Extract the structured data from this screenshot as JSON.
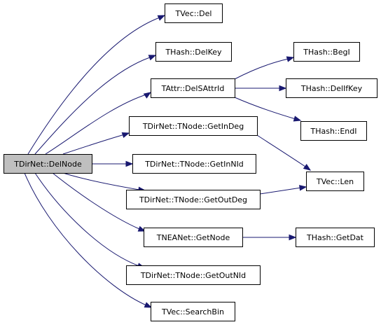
{
  "graph": {
    "colors": {
      "edge": "#191970",
      "node_border": "#000000",
      "node_fill": "#ffffff",
      "root_fill": "#bfbfbf"
    },
    "nodes": [
      {
        "id": "delnode",
        "label": "TDirNet::DelNode",
        "root": true
      },
      {
        "id": "vec_del",
        "label": "TVec::Del"
      },
      {
        "id": "hash_delkey",
        "label": "THash::DelKey"
      },
      {
        "id": "attr_delsattrid",
        "label": "TAttr::DelSAttrId"
      },
      {
        "id": "hash_begi",
        "label": "THash::BegI"
      },
      {
        "id": "hash_delifkey",
        "label": "THash::DelIfKey"
      },
      {
        "id": "hash_endi",
        "label": "THash::EndI"
      },
      {
        "id": "getindeg",
        "label": "TDirNet::TNode::GetInDeg"
      },
      {
        "id": "getinnid",
        "label": "TDirNet::TNode::GetInNId"
      },
      {
        "id": "getoutdeg",
        "label": "TDirNet::TNode::GetOutDeg"
      },
      {
        "id": "vec_len",
        "label": "TVec::Len"
      },
      {
        "id": "neanet_getnode",
        "label": "TNEANet::GetNode"
      },
      {
        "id": "hash_getdat",
        "label": "THash::GetDat"
      },
      {
        "id": "getoutnid",
        "label": "TDirNet::TNode::GetOutNId"
      },
      {
        "id": "vec_searchbin",
        "label": "TVec::SearchBin"
      }
    ],
    "edges": [
      {
        "from": "delnode",
        "to": "vec_del"
      },
      {
        "from": "delnode",
        "to": "hash_delkey"
      },
      {
        "from": "delnode",
        "to": "attr_delsattrid"
      },
      {
        "from": "delnode",
        "to": "getindeg"
      },
      {
        "from": "delnode",
        "to": "getinnid"
      },
      {
        "from": "delnode",
        "to": "getoutdeg"
      },
      {
        "from": "delnode",
        "to": "neanet_getnode"
      },
      {
        "from": "delnode",
        "to": "getoutnid"
      },
      {
        "from": "delnode",
        "to": "vec_searchbin"
      },
      {
        "from": "attr_delsattrid",
        "to": "hash_begi"
      },
      {
        "from": "attr_delsattrid",
        "to": "hash_delifkey"
      },
      {
        "from": "attr_delsattrid",
        "to": "hash_endi"
      },
      {
        "from": "getindeg",
        "to": "vec_len"
      },
      {
        "from": "getoutdeg",
        "to": "vec_len"
      },
      {
        "from": "neanet_getnode",
        "to": "hash_getdat"
      }
    ]
  }
}
